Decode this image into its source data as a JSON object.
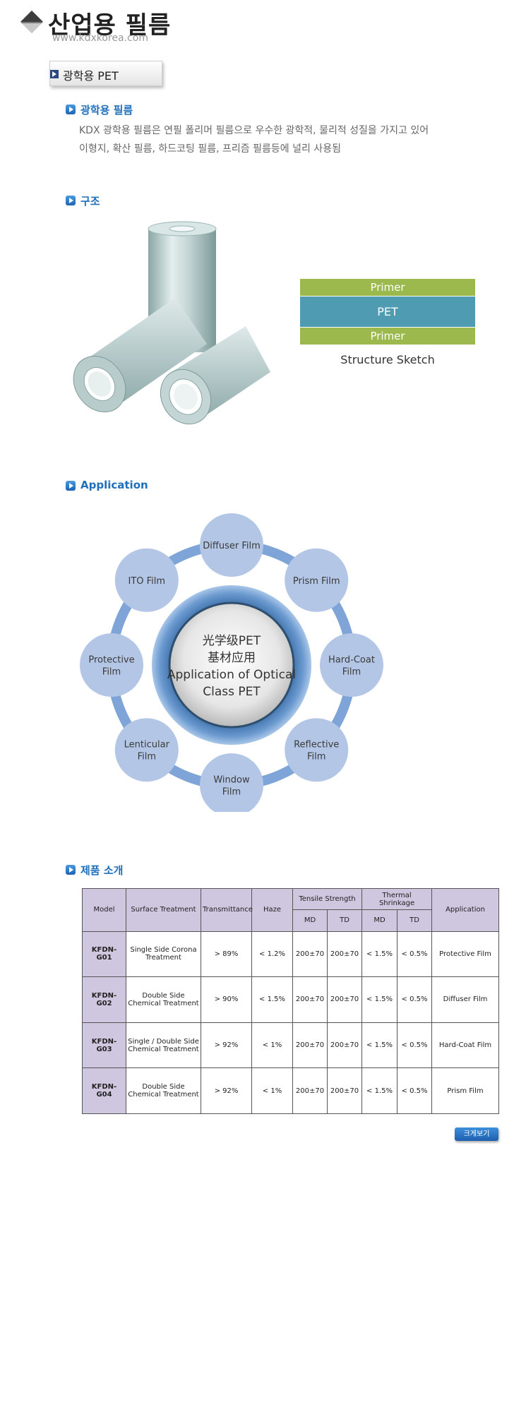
{
  "header": {
    "title": "산업용 필름",
    "url": "www.kdxkorea.com",
    "category_tab": "광학용 PET"
  },
  "intro": {
    "heading": "광학용 필름",
    "lines": [
      "KDX 광학용 필름은 연필 폴리머 필름으로 우수한 광학적, 물리적 성질을 가지고 있어",
      "이형지, 확산 필름, 하드코팅 필름, 프리즘 필름등에 널리 사용됨"
    ]
  },
  "structure": {
    "heading": "구조",
    "layers": [
      "Primer",
      "PET",
      "Primer"
    ],
    "caption": "Structure Sketch",
    "colors": {
      "primer": "#9cb94d",
      "pet": "#4f9bb1"
    }
  },
  "application": {
    "heading": "Application",
    "center_lines": [
      "光学级PET",
      "基材应用",
      "Application of Optical",
      "Class PET"
    ],
    "nodes": [
      {
        "lines": [
          "Diffuser Film"
        ]
      },
      {
        "lines": [
          "Prism Film"
        ]
      },
      {
        "lines": [
          "Hard-Coat",
          "Film"
        ]
      },
      {
        "lines": [
          "Reflective",
          "Film"
        ]
      },
      {
        "lines": [
          "Window",
          "Film"
        ]
      },
      {
        "lines": [
          "Lenticular",
          "Film"
        ]
      },
      {
        "lines": [
          "Protective",
          "Film"
        ]
      },
      {
        "lines": [
          "ITO Film"
        ]
      }
    ]
  },
  "products": {
    "heading": "제품 소개",
    "headers": {
      "model": "Model",
      "surface": "Surface Treatment",
      "transmittance": "Transmittance",
      "haze": "Haze",
      "tensile": "Tensile Strength",
      "thermal": "Thermal Shrinkage",
      "application": "Application",
      "md": "MD",
      "td": "TD"
    },
    "rows": [
      {
        "model": "KFDN-G01",
        "surface": "Single Side Corona Treatment",
        "transmittance": "> 89%",
        "haze": "< 1.2%",
        "ts_md": "200±70",
        "ts_td": "200±70",
        "sh_md": "< 1.5%",
        "sh_td": "< 0.5%",
        "application": "Protective Film"
      },
      {
        "model": "KFDN-G02",
        "surface": "Double Side Chemical Treatment",
        "transmittance": "> 90%",
        "haze": "< 1.5%",
        "ts_md": "200±70",
        "ts_td": "200±70",
        "sh_md": "< 1.5%",
        "sh_td": "< 0.5%",
        "application": "Diffuser Film"
      },
      {
        "model": "KFDN-G03",
        "surface": "Single / Double Side Chemical Treatment",
        "transmittance": "> 92%",
        "haze": "< 1%",
        "ts_md": "200±70",
        "ts_td": "200±70",
        "sh_md": "< 1.5%",
        "sh_td": "< 0.5%",
        "application": "Hard-Coat Film"
      },
      {
        "model": "KFDN-G04",
        "surface": "Double Side Chemical Treatment",
        "transmittance": "> 92%",
        "haze": "< 1%",
        "ts_md": "200±70",
        "ts_td": "200±70",
        "sh_md": "< 1.5%",
        "sh_td": "< 0.5%",
        "application": "Prism Film"
      }
    ],
    "zoom_button": "크게보기"
  },
  "icons": {
    "logo": "diamond-logo-icon",
    "section": "blue-arrow-bullet-icon",
    "category": "navy-arrow-icon"
  }
}
